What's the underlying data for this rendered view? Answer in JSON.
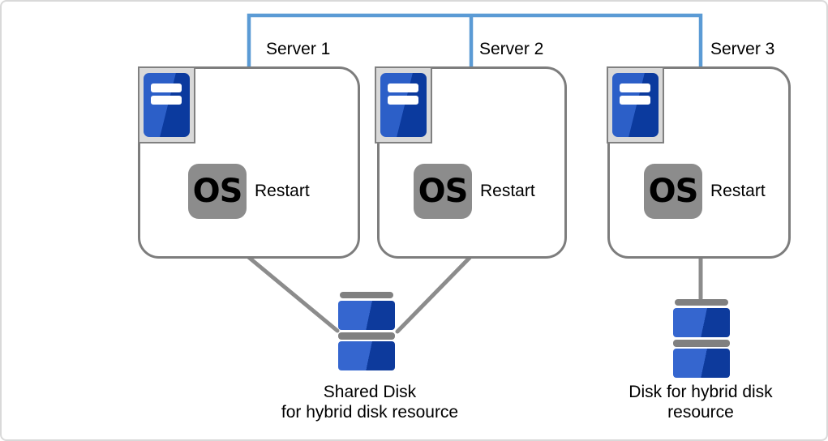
{
  "servers": [
    {
      "label": "Server 1",
      "os_badge": "OS",
      "action": "Restart"
    },
    {
      "label": "Server 2",
      "os_badge": "OS",
      "action": "Restart"
    },
    {
      "label": "Server 3",
      "os_badge": "OS",
      "action": "Restart"
    }
  ],
  "disks": [
    {
      "line1": "Shared Disk",
      "line2": "for hybrid disk resource"
    },
    {
      "line1": "Disk for hybrid disk",
      "line2": "resource"
    }
  ],
  "colors": {
    "network_line": "#5b9bd5",
    "connector_gray": "#8c8c8c",
    "server_border": "#7d7d7d",
    "os_box_fill": "#8c8c8c",
    "icon_frame_fill": "#d9d9d9",
    "icon_frame_border": "#808080",
    "server_blue_light": "#2c5fc8",
    "server_blue_dark": "#0b3a9e",
    "disk_blue_light": "#3566cf",
    "disk_blue_dark": "#0d3a9c",
    "disk_gray": "#808080"
  }
}
